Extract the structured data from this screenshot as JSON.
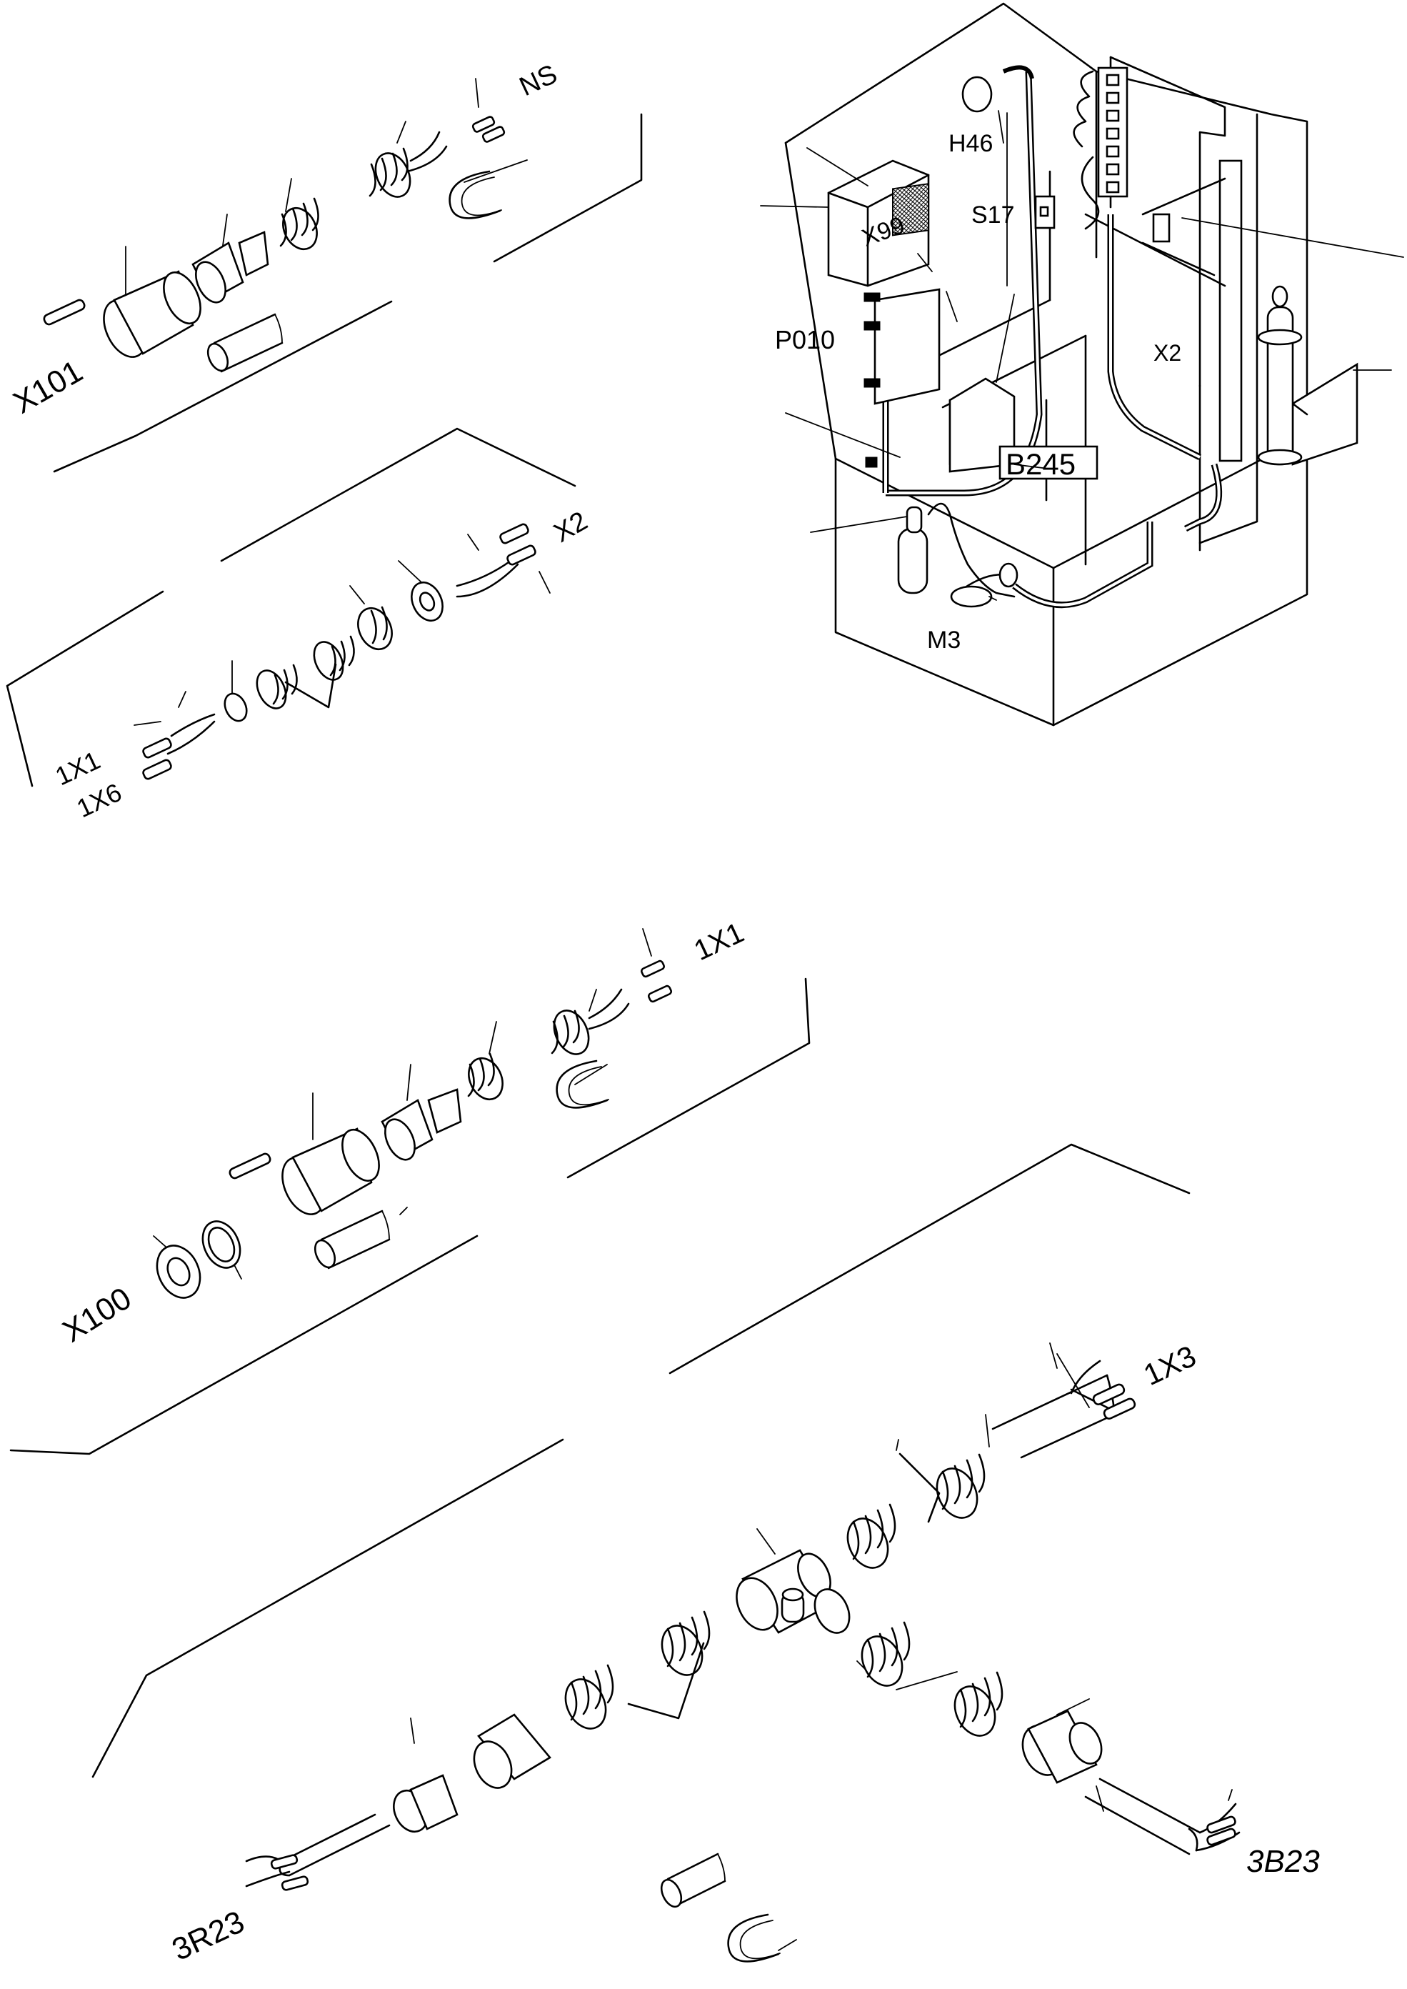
{
  "labels": {
    "ns": "NS",
    "x101": "X101",
    "x2_top": "X2",
    "onex1_top": "1X1",
    "onex6": "1X6",
    "h46": "H46",
    "s17": "S17",
    "x99": "X99",
    "p010": "P010",
    "x2_box": "X2",
    "b245": "B245",
    "m3": "M3",
    "onex1_mid": "1X1",
    "x100": "X100",
    "onex3": "1X3",
    "threeb23": "3B23",
    "threer23": "3R23"
  },
  "icons": {
    "connector": "cable-connector-icon",
    "gland": "cable-gland-icon",
    "tee": "t-junction-icon",
    "clip": "cable-clip-icon"
  },
  "colors": {
    "ink": "#000000",
    "paper": "#ffffff"
  }
}
